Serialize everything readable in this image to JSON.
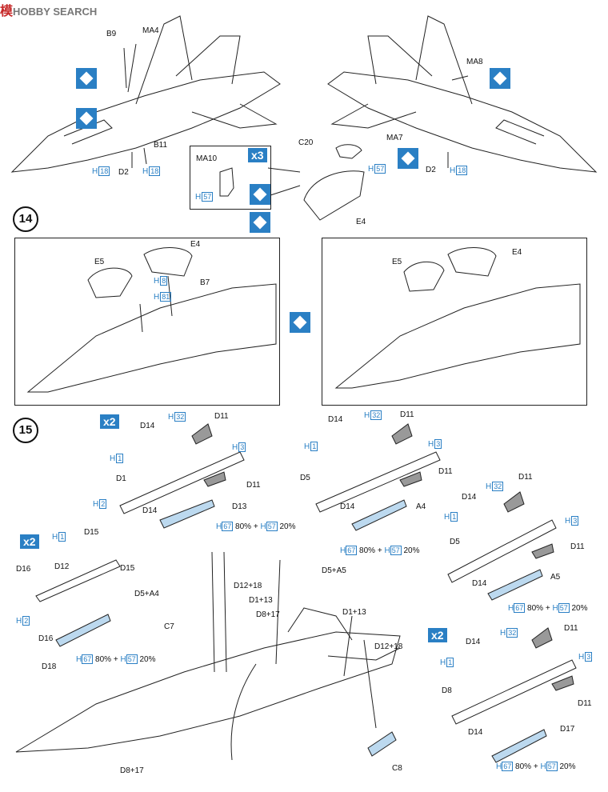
{
  "watermark": {
    "text": "HOBBY SEARCH"
  },
  "steps": {
    "s14": "14",
    "s15": "15"
  },
  "multipliers": {
    "x3": "x3",
    "x2": "x2"
  },
  "top_left": {
    "B9": "B9",
    "MA4": "MA4",
    "B11": "B11",
    "D2": "D2",
    "H18a": "18",
    "H18b": "18"
  },
  "top_right": {
    "MA8": "MA8",
    "MA7": "MA7",
    "D2": "D2",
    "H18": "18",
    "C20": "C20",
    "H57": "57",
    "E4": "E4"
  },
  "inset": {
    "MA10": "MA10",
    "H57": "57"
  },
  "step14": {
    "left": {
      "E5": "E5",
      "E4": "E4",
      "B7": "B7",
      "H8": "8",
      "H81": "81"
    },
    "right": {
      "E5": "E5",
      "E4": "E4"
    }
  },
  "step15": {
    "assy1": {
      "D14a": "D14",
      "H32": "32",
      "D11a": "D11",
      "H1": "1",
      "H3": "3",
      "D1": "D1",
      "D11b": "D11",
      "H2": "2",
      "D14b": "D14",
      "D13": "D13",
      "H67": "67",
      "pct80": "80%",
      "plus": "+",
      "H57": "57",
      "pct20": "20%"
    },
    "assy2": {
      "D14a": "D14",
      "H32": "32",
      "D11a": "D11",
      "H1": "1",
      "H3": "3",
      "D5": "D5",
      "D11b": "D11",
      "D14b": "D14",
      "A4": "A4",
      "H67": "67",
      "pct80": "80%",
      "plus": "+",
      "H57": "57",
      "pct20": "20%"
    },
    "assy3": {
      "D11a": "D11",
      "H32": "32",
      "D14a": "D14",
      "H1": "1",
      "H3": "3",
      "D5": "D5",
      "D11b": "D11",
      "D14b": "D14",
      "A5": "A5",
      "H67": "67",
      "pct80": "80%",
      "plus": "+",
      "H57": "57",
      "pct20": "20%"
    },
    "assy4": {
      "H1": "1",
      "D15a": "D15",
      "D16a": "D16",
      "D12": "D12",
      "D15b": "D15",
      "H2": "2",
      "D16b": "D16",
      "D18": "D18",
      "H67": "67",
      "pct80": "80%",
      "plus": "+",
      "H57": "57",
      "pct20": "20%"
    },
    "assy5": {
      "H32": "32",
      "D11a": "D11",
      "D14a": "D14",
      "H1": "1",
      "H3": "3",
      "D8": "D8",
      "D11b": "D11",
      "D14b": "D14",
      "D17": "D17",
      "H67": "67",
      "pct80": "80%",
      "plus": "+",
      "H57": "57",
      "pct20": "20%"
    },
    "main": {
      "D5A5": "D5+A5",
      "D5A4": "D5+A4",
      "D12_18a": "D12+18",
      "D1_13a": "D1+13",
      "C7": "C7",
      "D8_17a": "D8+17",
      "D1_13b": "D1+13",
      "D12_18b": "D12+18",
      "D8_17b": "D8+17",
      "C8": "C8"
    }
  },
  "colors": {
    "accent": "#2a7fc4",
    "part_fill": "#bcd9ef",
    "line": "#222222",
    "grey_part": "#888888"
  }
}
